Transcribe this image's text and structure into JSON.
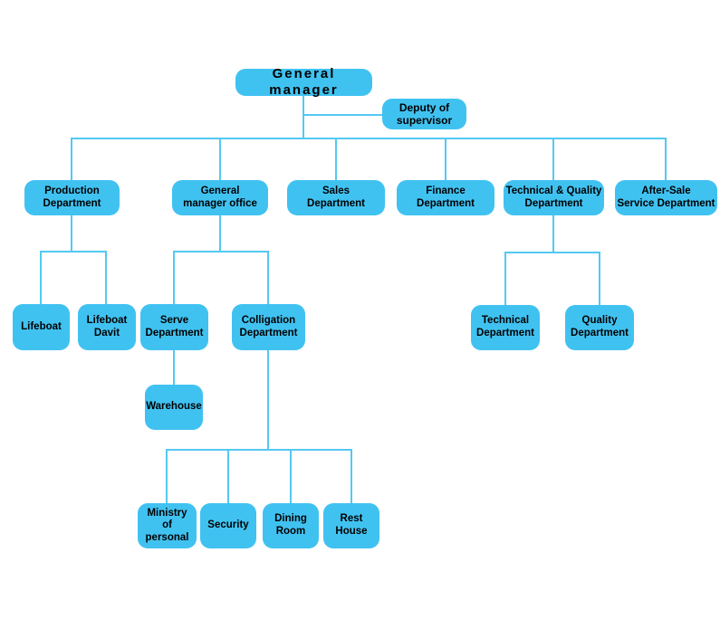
{
  "colors": {
    "box_fill": "#40c2f1",
    "line": "#54c8f3",
    "text": "#000000",
    "background": "#ffffff"
  },
  "nodes": {
    "general_manager": {
      "label": "General manager"
    },
    "deputy_supervisor": {
      "label": "Deputy of\nsupervisor"
    },
    "production": {
      "label": "Production\nDepartment"
    },
    "gm_office": {
      "label": "General\nmanager office"
    },
    "sales": {
      "label": "Sales\nDepartment"
    },
    "finance": {
      "label": "Finance\nDepartment"
    },
    "tech_quality": {
      "label": "Technical & Quality\nDepartment"
    },
    "after_sale": {
      "label": "After-Sale\nService Department"
    },
    "lifeboat": {
      "label": "Lifeboat"
    },
    "lifeboat_davit": {
      "label": "Lifeboat\nDavit"
    },
    "serve": {
      "label": "Serve\nDepartment"
    },
    "colligation": {
      "label": "Colligation\nDepartment"
    },
    "technical": {
      "label": "Technical\nDepartment"
    },
    "quality": {
      "label": "Quality\nDepartment"
    },
    "warehouse": {
      "label": "Warehouse"
    },
    "ministry": {
      "label": "Ministry\nof personal"
    },
    "security": {
      "label": "Security"
    },
    "dining": {
      "label": "Dining\nRoom"
    },
    "rest": {
      "label": "Rest\nHouse"
    }
  },
  "edges": [
    {
      "from": "general_manager",
      "to": "deputy_supervisor"
    },
    {
      "from": "general_manager",
      "to": "production"
    },
    {
      "from": "general_manager",
      "to": "gm_office"
    },
    {
      "from": "general_manager",
      "to": "sales"
    },
    {
      "from": "general_manager",
      "to": "finance"
    },
    {
      "from": "general_manager",
      "to": "tech_quality"
    },
    {
      "from": "general_manager",
      "to": "after_sale"
    },
    {
      "from": "production",
      "to": "lifeboat"
    },
    {
      "from": "production",
      "to": "lifeboat_davit"
    },
    {
      "from": "gm_office",
      "to": "serve"
    },
    {
      "from": "gm_office",
      "to": "colligation"
    },
    {
      "from": "serve",
      "to": "warehouse"
    },
    {
      "from": "colligation",
      "to": "ministry"
    },
    {
      "from": "colligation",
      "to": "security"
    },
    {
      "from": "colligation",
      "to": "dining"
    },
    {
      "from": "colligation",
      "to": "rest"
    },
    {
      "from": "tech_quality",
      "to": "technical"
    },
    {
      "from": "tech_quality",
      "to": "quality"
    }
  ]
}
